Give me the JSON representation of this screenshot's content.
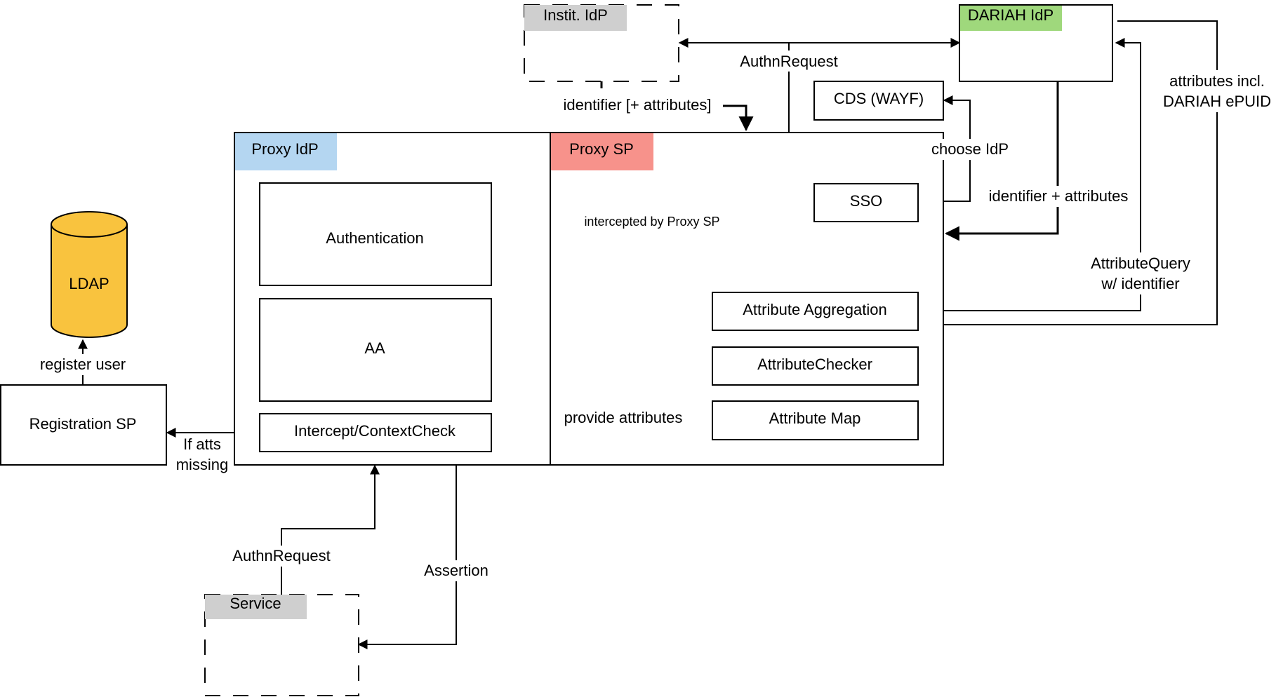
{
  "colors": {
    "proxy_idp_tag": "#b4d6f1",
    "proxy_sp_tag": "#f7928b",
    "dariah_tag": "#9fd87c",
    "gray_tag": "#cfcfcf",
    "ldap_fill": "#f9c33e"
  },
  "nodes": {
    "instit_idp": "Instit. IdP",
    "dariah_idp": "DARIAH IdP",
    "cds": "CDS (WAYF)",
    "proxy_idp": "Proxy IdP",
    "proxy_sp": "Proxy SP",
    "authentication": "Authentication",
    "aa": "AA",
    "intercept": "Intercept/ContextCheck",
    "sso": "SSO",
    "attr_aggregation": "Attribute Aggregation",
    "attr_checker": "AttributeChecker",
    "attr_map": "Attribute Map",
    "ldap": "LDAP",
    "registration_sp": "Registration SP",
    "service": "Service"
  },
  "edge_labels": {
    "authn_request_top": "AuthnRequest",
    "identifier_attrs_optional": "identifier [+ attributes]",
    "choose_idp": "choose IdP",
    "identifier_attrs": "identifier + attributes",
    "attributes_incl_1": "attributes incl.",
    "attributes_incl_2": "DARIAH ePUID",
    "intercepted": "intercepted by Proxy SP",
    "attribute_query_1": "AttributeQuery",
    "attribute_query_2": "w/ identifier",
    "provide_attributes": "provide attributes",
    "register_user": "register user",
    "if_atts_1": "If atts",
    "if_atts_2": "missing",
    "authn_request_bottom": "AuthnRequest",
    "assertion": "Assertion"
  }
}
